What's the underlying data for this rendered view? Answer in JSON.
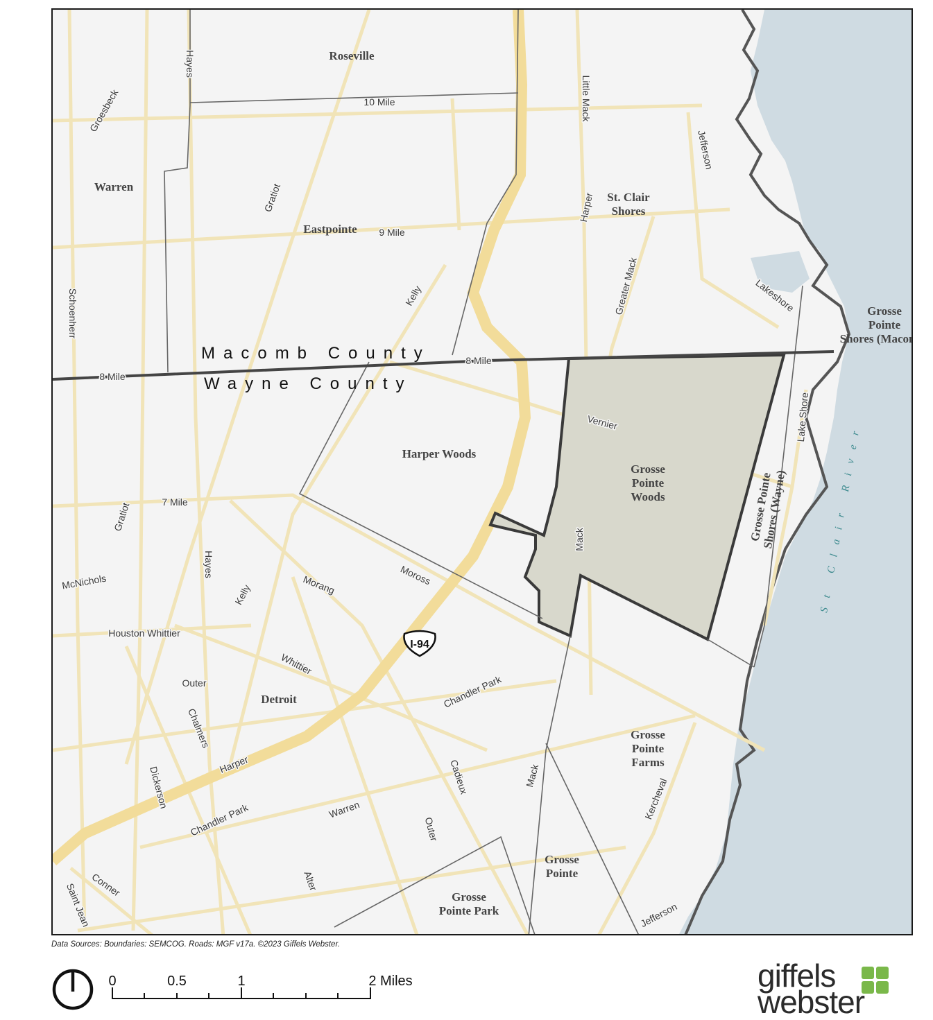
{
  "map": {
    "places": [
      {
        "id": "roseville",
        "lines": [
          "Roseville"
        ]
      },
      {
        "id": "warren",
        "lines": [
          "Warren"
        ]
      },
      {
        "id": "eastpointe",
        "lines": [
          "Eastpointe"
        ]
      },
      {
        "id": "st-clair-shores",
        "lines": [
          "St. Clair",
          "Shores"
        ]
      },
      {
        "id": "harper-woods",
        "lines": [
          "Harper Woods"
        ]
      },
      {
        "id": "grosse-pointe-woods",
        "lines": [
          "Grosse",
          "Pointe",
          "Woods"
        ]
      },
      {
        "id": "grosse-pointe-shores-macomb",
        "lines": [
          "Grosse",
          "Pointe",
          "Shores (Macomb)"
        ]
      },
      {
        "id": "grosse-pointe-shores-wayne",
        "lines": [
          "Grosse Pointe",
          "Shores (Wayne)"
        ]
      },
      {
        "id": "detroit",
        "lines": [
          "Detroit"
        ]
      },
      {
        "id": "grosse-pointe-farms",
        "lines": [
          "Grosse",
          "Pointe",
          "Farms"
        ]
      },
      {
        "id": "grosse-pointe",
        "lines": [
          "Grosse",
          "Pointe"
        ]
      },
      {
        "id": "grosse-pointe-park",
        "lines": [
          "Grosse",
          "Pointe Park"
        ]
      }
    ],
    "roads": {
      "hayes_n": "Hayes",
      "ten_mile": "10 Mile",
      "groesbeck": "Groesbeck",
      "little_mack": "Little Mack",
      "jefferson_n": "Jefferson",
      "gratiot_n": "Gratiot",
      "harper_n": "Harper",
      "nine_mile": "9 Mile",
      "schoenherr": "Schoenherr",
      "kelly_n": "Kelly",
      "greater_mack": "Greater Mack",
      "lakeshore": "Lakeshore",
      "eight_mile_w": "8 Mile",
      "eight_mile_e": "8 Mile",
      "vernier": "Vernier",
      "lake_shore": "Lake Shore",
      "seven_mile": "7 Mile",
      "gratiot_s": "Gratiot",
      "mack_n": "Mack",
      "mcnichols": "McNichols",
      "hayes_s": "Hayes",
      "kelly_s": "Kelly",
      "morang": "Morang",
      "moross": "Moross",
      "houston_whittier": "Houston Whittier",
      "whittier": "Whittier",
      "outer_w": "Outer",
      "chandler_park_e": "Chandler Park",
      "chalmers": "Chalmers",
      "cadieux": "Cadieux",
      "harper_s": "Harper",
      "dickerson": "Dickerson",
      "mack_s": "Mack",
      "kercheval": "Kercheval",
      "chandler_park_w": "Chandler Park",
      "warren": "Warren",
      "outer_s": "Outer",
      "conner": "Conner",
      "alter": "Alter",
      "saint_jean": "Saint Jean",
      "jefferson_s": "Jefferson"
    },
    "shield": "I-94",
    "county_north": "Macomb County",
    "county_south": "Wayne County",
    "river": "St Clair River",
    "colors": {
      "background": "#f4f4f4",
      "road": "#f1e4b8",
      "freeway": "#f2dc9a",
      "water": "#cfdbe2",
      "highlight": "#d8d8cc",
      "boundary": "#555555"
    }
  },
  "footer": {
    "source_note": "Data Sources: Boundaries: SEMCOG. Roads: MGF v17a. ©2023 Giffels Webster.",
    "scale_labels": [
      "0",
      "0.5",
      "1",
      "2 Miles"
    ],
    "north_icon": "north-arrow-icon",
    "logo_line1": "giffels",
    "logo_line2": "webster",
    "logo_color": "#7ab84a"
  }
}
